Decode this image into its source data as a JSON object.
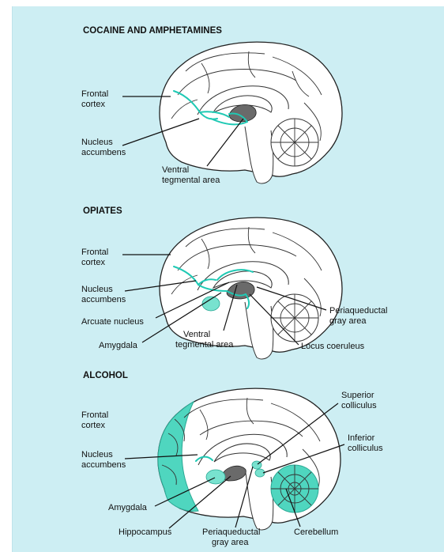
{
  "sections": [
    {
      "title": "COCAINE AND AMPHETAMINES",
      "labels": {
        "frontal_cortex": [
          "Frontal",
          "cortex"
        ],
        "nucleus_accumbens": [
          "Nucleus",
          "accumbens"
        ],
        "ventral_tegmental_area": [
          "Ventral",
          "tegmental area"
        ]
      }
    },
    {
      "title": "OPIATES",
      "labels": {
        "frontal_cortex": [
          "Frontal",
          "cortex"
        ],
        "nucleus_accumbens": [
          "Nucleus",
          "accumbens"
        ],
        "arcuate_nucleus": [
          "Arcuate nucleus"
        ],
        "amygdala": [
          "Amygdala"
        ],
        "ventral_tegmental_area": [
          "Ventral",
          "tegmental area"
        ],
        "locus_coeruleus": [
          "Locus coeruleus"
        ],
        "periaqueductal_gray_area": [
          "Periaqueductal",
          "gray area"
        ]
      }
    },
    {
      "title": "ALCOHOL",
      "labels": {
        "frontal_cortex": [
          "Frontal",
          "cortex"
        ],
        "nucleus_accumbens": [
          "Nucleus",
          "accumbens"
        ],
        "amygdala": [
          "Amygdala"
        ],
        "hippocampus": [
          "Hippocampus"
        ],
        "periaqueductal_gray_area": [
          "Periaqueductal",
          "gray area"
        ],
        "cerebellum": [
          "Cerebellum"
        ],
        "superior_colliculus": [
          "Superior",
          "colliculus"
        ],
        "inferior_colliculus": [
          "Inferior",
          "colliculus"
        ]
      }
    }
  ],
  "colors": {
    "background": "#cdeef3",
    "pathway": "#1fc9b4",
    "highlight_region": "#4fd6bf"
  }
}
